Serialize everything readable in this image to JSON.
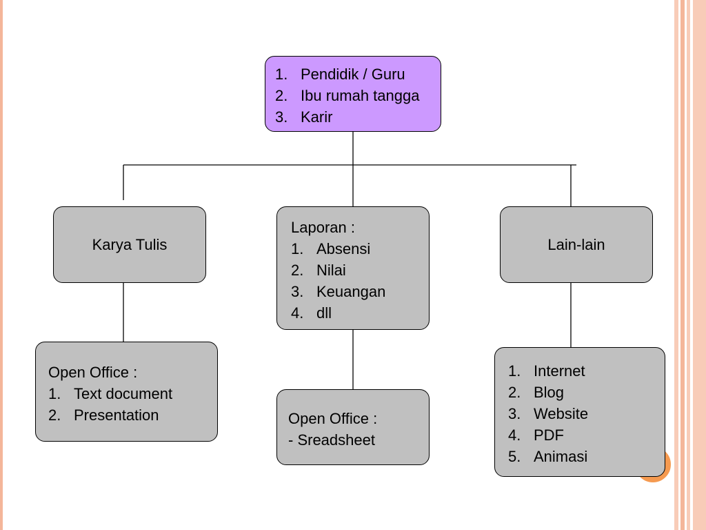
{
  "colors": {
    "frame_light": "#f8ccb8",
    "frame_mid": "#f4b69a",
    "accent_orange": "#f59a50",
    "root_fill": "#cc99ff",
    "node_fill": "#c0c0c0"
  },
  "root": {
    "items": [
      {
        "num": "1.",
        "text": "Pendidik / Guru"
      },
      {
        "num": "2.",
        "text": "Ibu rumah tangga"
      },
      {
        "num": "3.",
        "text": "Karir"
      }
    ]
  },
  "karya_tulis": {
    "title": "Karya Tulis"
  },
  "laporan": {
    "title": "Laporan :",
    "items": [
      {
        "num": "1.",
        "text": "Absensi"
      },
      {
        "num": "2.",
        "text": "Nilai"
      },
      {
        "num": "3.",
        "text": "Keuangan"
      },
      {
        "num": "4.",
        "text": "dll"
      }
    ]
  },
  "lain_lain": {
    "title": "Lain-lain"
  },
  "open_office_doc": {
    "title": "Open Office :",
    "items": [
      {
        "num": "1.",
        "text": "Text document"
      },
      {
        "num": "2.",
        "text": "Presentation"
      }
    ]
  },
  "open_office_sheet": {
    "title": "Open Office :",
    "line": "- Sreadsheet"
  },
  "internet": {
    "items": [
      {
        "num": "1.",
        "text": "Internet"
      },
      {
        "num": "2.",
        "text": "Blog"
      },
      {
        "num": "3.",
        "text": "Website"
      },
      {
        "num": "4.",
        "text": "PDF"
      },
      {
        "num": "5.",
        "text": "Animasi"
      }
    ]
  }
}
